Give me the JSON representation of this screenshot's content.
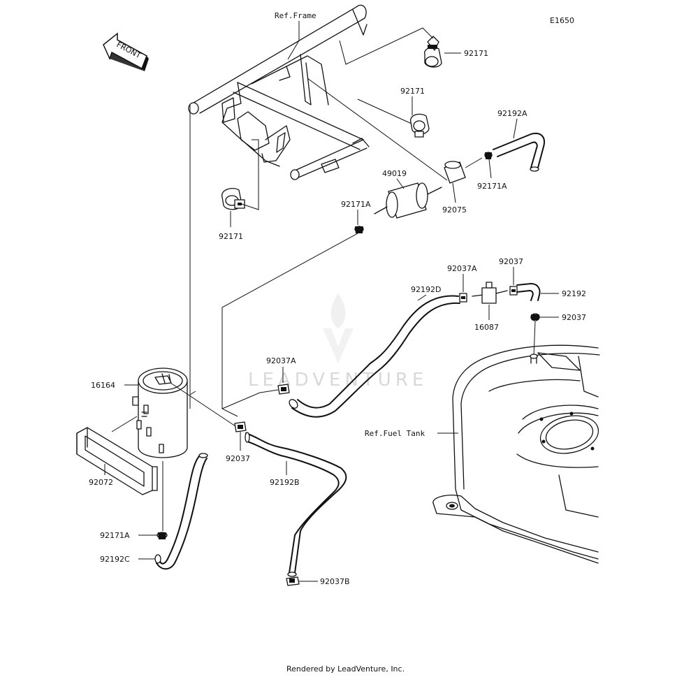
{
  "diagram": {
    "code": "E1650",
    "front_label": "FRONT",
    "watermark": "LEADVENTURE",
    "footer": "Rendered by LeadVenture, Inc.",
    "references": {
      "frame": "Ref.Frame",
      "fuel_tank": "Ref.Fuel Tank"
    },
    "callouts": {
      "p92171_top": "92171",
      "p92171_mid": "92171",
      "p92171_left": "92171",
      "p92192A": "92192A",
      "p49019": "49019",
      "p92171A_right": "92171A",
      "p92075": "92075",
      "p92171A_mid": "92171A",
      "p92037A_top": "92037A",
      "p92037_top": "92037",
      "p92192D": "92192D",
      "p92192": "92192",
      "p92037_right": "92037",
      "p16087": "16087",
      "p92037A_mid": "92037A",
      "p16164": "16164",
      "p92037_low": "92037",
      "p92192B": "92192B",
      "p92072": "92072",
      "p92171A_low": "92171A",
      "p92192C": "92192C",
      "p92037B": "92037B"
    }
  }
}
